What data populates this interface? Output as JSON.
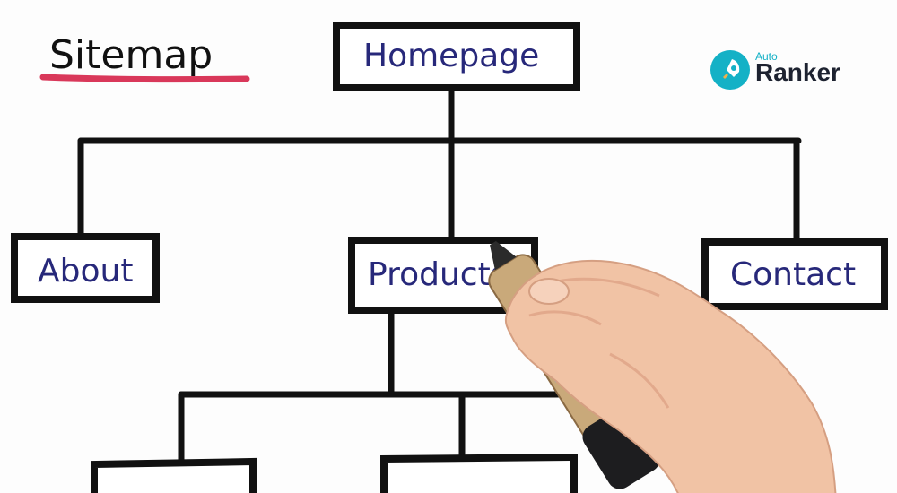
{
  "title": "Sitemap",
  "nodes": {
    "root": "Homepage",
    "about": "About",
    "products": "Products",
    "contact": "Contact"
  },
  "logo": {
    "small": "Auto",
    "big": "Ranker",
    "color": "#14b1c6"
  },
  "colors": {
    "ink": "#111111",
    "node_text": "#27287a",
    "underline": "#d9385a"
  }
}
